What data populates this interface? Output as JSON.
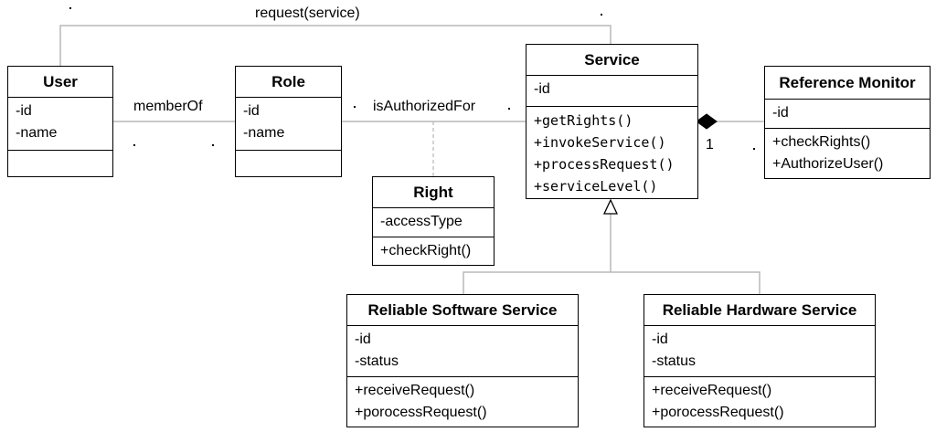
{
  "classes": {
    "user": {
      "name": "User",
      "attributes": [
        "-id",
        "-name"
      ],
      "operations": []
    },
    "role": {
      "name": "Role",
      "attributes": [
        "-id",
        "-name"
      ],
      "operations": []
    },
    "service": {
      "name": "Service",
      "attributes": [
        "-id"
      ],
      "operations": [
        "+getRights()",
        "+invokeService()",
        "+processRequest()",
        "+serviceLevel()"
      ]
    },
    "monitor": {
      "name": "Reference Monitor",
      "attributes": [
        "-id"
      ],
      "operations": [
        "+checkRights()",
        "+AuthorizeUser()"
      ]
    },
    "right": {
      "name": "Right",
      "attributes": [
        "-accessType"
      ],
      "operations": [
        "+checkRight()"
      ]
    },
    "rss": {
      "name": "Reliable Software Service",
      "attributes": [
        "-id",
        "-status"
      ],
      "operations": [
        "+receiveRequest()",
        "+porocessRequest()"
      ]
    },
    "rhs": {
      "name": "Reliable Hardware Service",
      "attributes": [
        "-id",
        "-status"
      ],
      "operations": [
        "+receiveRequest()",
        "+porocessRequest()"
      ]
    }
  },
  "relations": {
    "request": "request(service)",
    "member_of": "memberOf",
    "is_authorized_for": "isAuthorizedFor",
    "composition_multiplicity": "1"
  }
}
